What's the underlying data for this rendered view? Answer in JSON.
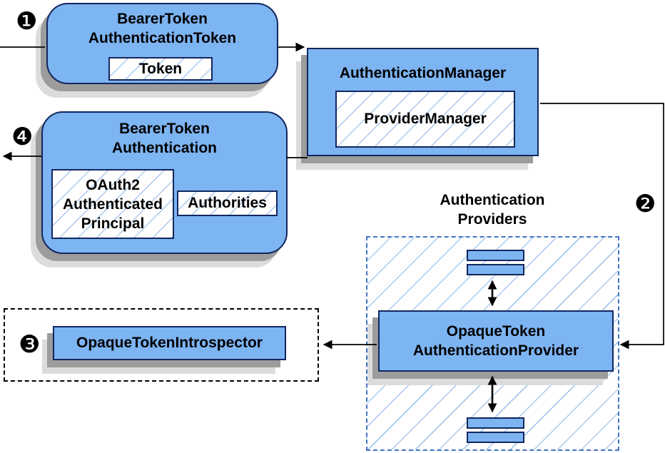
{
  "palette": {
    "node_fill": "#7db4f2",
    "node_border": "#12275e",
    "hatch_line": "#a9c9ed",
    "group_dash_border": "#4472c4",
    "black_dash_border": "#000000",
    "shadow_dark": "#9c9c9c",
    "shadow_light": "#dcdcdc",
    "connector": "#000000"
  },
  "steps": {
    "step1": "❶",
    "step2": "❷",
    "step3": "❸",
    "step4": "❹"
  },
  "nodes": {
    "bearer_token_authentication_token": {
      "title_lines": [
        "BearerToken",
        "AuthenticationToken"
      ],
      "token_label": "Token"
    },
    "authentication_manager": {
      "title": "AuthenticationManager",
      "provider_manager_label": "ProviderManager"
    },
    "bearer_token_authentication": {
      "title_lines": [
        "BearerToken",
        "Authentication"
      ],
      "principal_lines": [
        "OAuth2",
        "Authenticated",
        "Principal"
      ],
      "authorities_label": "Authorities"
    },
    "opaque_token_introspector": {
      "label": "OpaqueTokenIntrospector"
    },
    "authentication_providers": {
      "title_lines": [
        "Authentication",
        "Providers"
      ],
      "provider_title_lines": [
        "OpaqueToken",
        "AuthenticationProvider"
      ]
    }
  }
}
